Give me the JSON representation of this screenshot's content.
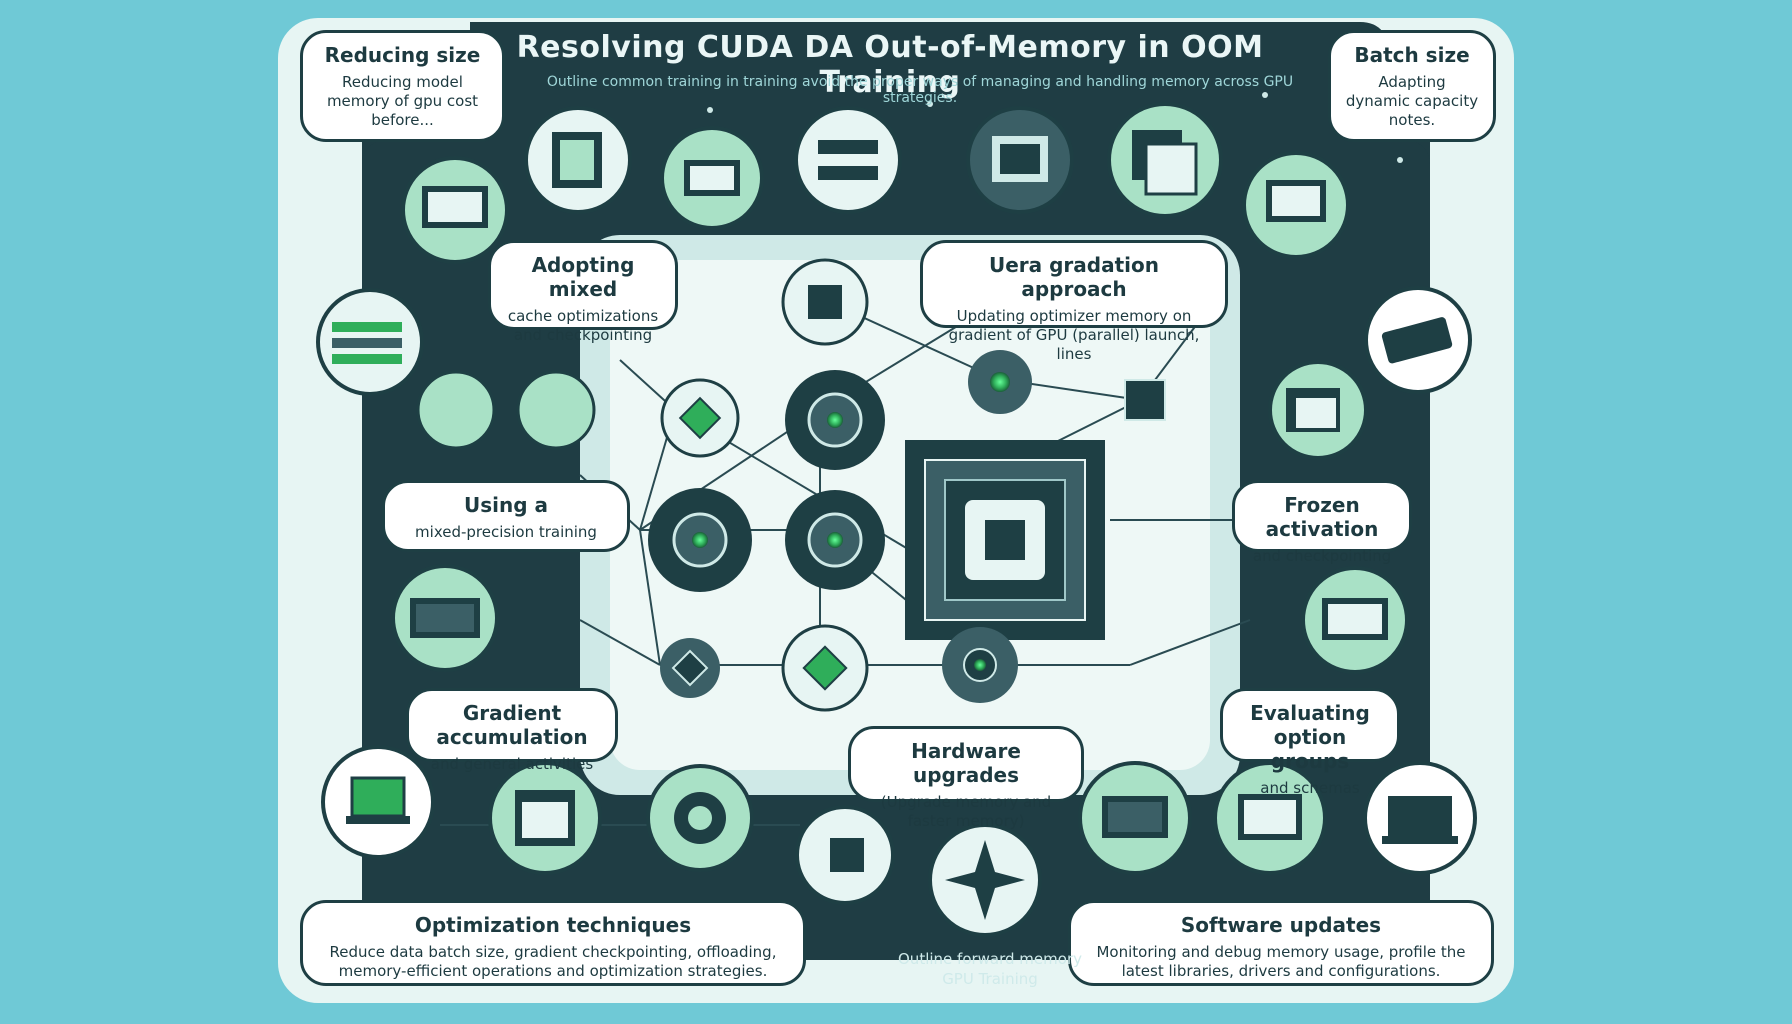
{
  "title": "Resolving CUDA DA Out-of-Memory in OOM Training",
  "subtitle": "Outline common training in training avoid the proper ways of managing and handling memory across GPU strategies.",
  "callouts": {
    "reducing": {
      "heading": "Reducing size",
      "text": "Reducing model memory of gpu cost before..."
    },
    "batch": {
      "heading": "Batch size",
      "text": "Adapting dynamic capacity notes."
    },
    "adopting": {
      "heading": "Adopting mixed",
      "text": "cache optimizations and checkpointing"
    },
    "gradient_upper": {
      "heading": "Uera gradation approach",
      "text": "Updating optimizer memory on gradient of GPU (parallel) launch, lines"
    },
    "mixed": {
      "heading": "Using a",
      "text": "mixed-precision training"
    },
    "frozen": {
      "heading": "Frozen activation",
      "text": "and checkpointing"
    },
    "gradient_acc": {
      "heading": "Gradient accumulation",
      "text": "and general activities"
    },
    "evaluating": {
      "heading": "Evaluating option groups",
      "text": "and schemas"
    },
    "hardware": {
      "heading": "Hardware upgrades",
      "text": "(Upgrade memory and faster memory)"
    },
    "optimization": {
      "heading": "Optimization techniques",
      "text": "Reduce data batch size, gradient checkpointing, offloading, memory-efficient operations and optimization strategies."
    },
    "software": {
      "heading": "Software updates",
      "text": "Monitoring and debug memory usage, profile the latest libraries, drivers and configurations."
    }
  },
  "bottom_note": "Outline forward memory GPU Training",
  "colors": {
    "background": "#6fc9d6",
    "frame": "#1e3f44",
    "panel": "#e6f4f2",
    "accent_green": "#3fbf6a",
    "circle_fill": "#a9e1c6",
    "circle_border": "#1e3f44"
  },
  "icons": [
    "monitor-icon",
    "server-rack-icon",
    "chip-icon",
    "gear-icon",
    "laptop-icon",
    "network-icon",
    "window-stack-icon"
  ]
}
